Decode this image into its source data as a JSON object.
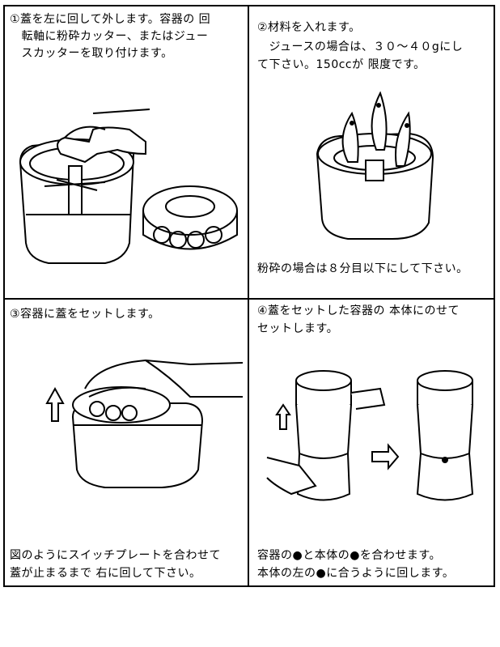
{
  "steps": [
    {
      "lines": [
        "①蓋を左に回して外します。容器の 回",
        "　転軸に粉砕カッター、またはジュー",
        "　スカッターを取り付けます。"
      ],
      "footer": []
    },
    {
      "lines": [
        "②材料を入れます。",
        "　ジュースの場合は、３０～４０gにし",
        "て下さい。150ccが 限度です。"
      ],
      "footer": [
        "粉砕の場合は８分目以下にして下さい。"
      ]
    },
    {
      "lines": [
        "③容器に蓋をセットします。"
      ],
      "footer": [
        "図のようにスイッチプレートを合わせて",
        "蓋が止まるまで 右に回して下さい。"
      ]
    },
    {
      "lines": [
        "④蓋をセットした容器の 本体にのせて",
        "セットします。"
      ],
      "footer": [
        "容器の●と本体の●を合わせます。",
        "本体の左の●に合うように回します。"
      ]
    }
  ],
  "figures": {
    "step1": "container-with-lid-removed-and-cutter",
    "step2": "container-with-fish-ingredients",
    "step3": "hand-setting-lid-on-container",
    "step4": "container-set-on-motor-base"
  }
}
